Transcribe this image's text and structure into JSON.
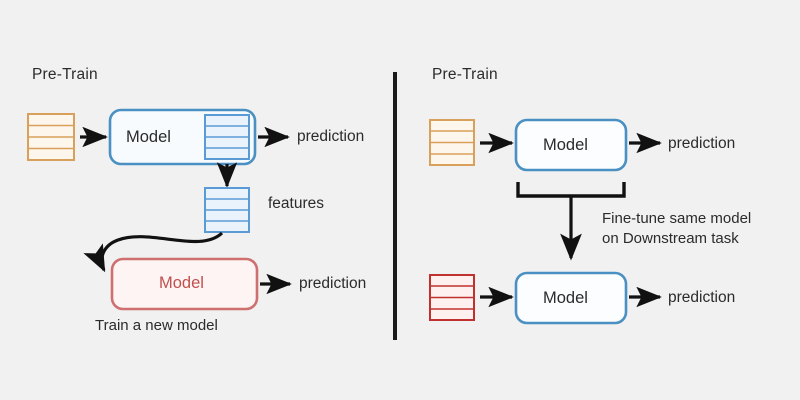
{
  "figure": {
    "background_color": "#f1f1f1",
    "divider": {
      "name": "panel-divider",
      "color": "#1a1a1a"
    }
  },
  "colors": {
    "blue_stroke": "#4a90c2",
    "blue_row_stroke": "#5b9bd5",
    "blue_fill": "#eef5fb",
    "orange_stroke": "#d9a05b",
    "orange_fill": "#fdf6ec",
    "red_stroke": "#cf7070",
    "red_block_stroke": "#c0302f",
    "red_fill": "#fdf0ef",
    "arrow_color": "#111111",
    "text_color": "#2b2b2b",
    "red_text": "#c0504d"
  },
  "left_panel": {
    "section_label": "Pre-Train",
    "input_block": {
      "name": "input-data-block",
      "rows": 4,
      "color": "#d9a05b"
    },
    "model_box": {
      "label": "Model",
      "border": "#4a90c2"
    },
    "inner_features_block": {
      "name": "model-output-block",
      "rows": 4,
      "color": "#5b9bd5"
    },
    "prediction_label": "prediction",
    "features_block": {
      "name": "features-block",
      "rows": 4,
      "color": "#5b9bd5"
    },
    "features_label": "features",
    "new_model_box": {
      "label": "Model",
      "border": "#cf7070",
      "text_color": "#c0504d"
    },
    "new_model_caption": "Train a new model",
    "new_model_prediction_label": "prediction"
  },
  "right_panel": {
    "section_label": "Pre-Train",
    "input_block": {
      "name": "input-data-block",
      "rows": 4,
      "color": "#d9a05b"
    },
    "model_box": {
      "label": "Model",
      "border": "#4a90c2"
    },
    "prediction_label": "prediction",
    "finetune_note_line1": "Fine-tune same model",
    "finetune_note_line2": "on Downstream task",
    "downstream_input_block": {
      "name": "downstream-data-block",
      "rows": 4,
      "color": "#c0302f"
    },
    "downstream_model_box": {
      "label": "Model",
      "border": "#4a90c2"
    },
    "downstream_prediction_label": "prediction"
  }
}
